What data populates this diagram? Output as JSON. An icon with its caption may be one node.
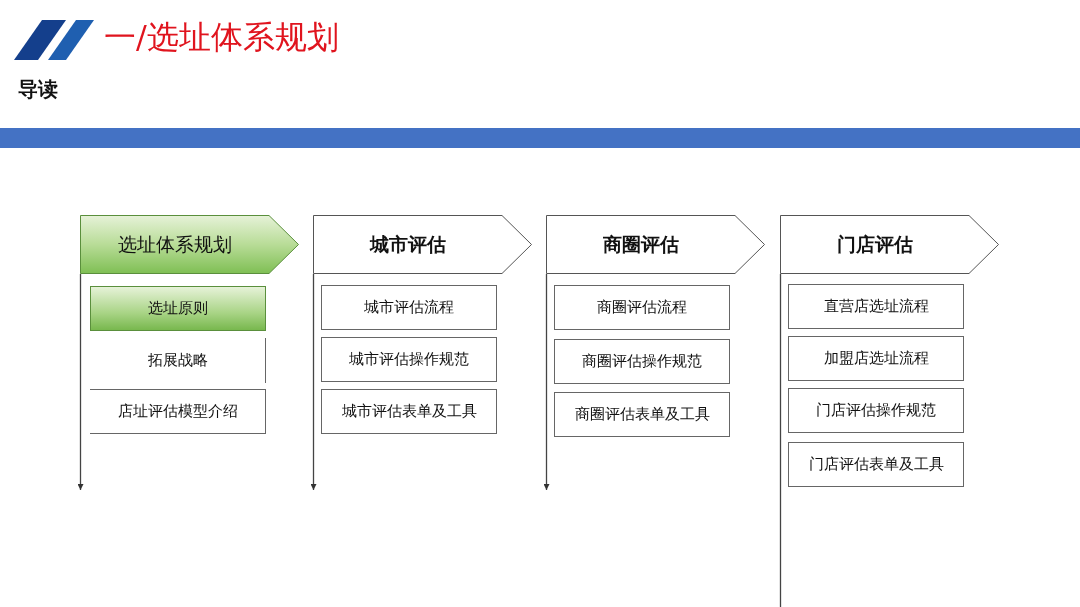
{
  "diagram": {
    "title": "一/选址体系规划",
    "nodes": [
      {
        "text": [
          "选址体系规划"
        ]
      },
      {
        "text": [
          "选址原则"
        ]
      },
      {
        "text": [
          "拓展战略"
        ]
      },
      {
        "text": [
          "店址评估模型介绍"
        ]
      },
      {
        "text": [
          "城市评估"
        ]
      },
      {
        "text": [
          "城市评估流程"
        ]
      },
      {
        "text": [
          "城市评估操作规范"
        ]
      },
      {
        "text": [
          "城市评估表单及工具"
        ]
      },
      {
        "text": [
          "商圈评估"
        ]
      },
      {
        "text": [
          "商圈评估流程"
        ]
      },
      {
        "text": [
          "商圈评估操作规范"
        ]
      },
      {
        "text": [
          "商圈评估表单及工具"
        ]
      },
      {
        "text": [
          "门店评估"
        ]
      },
      {
        "text": [
          "直营店选址流程"
        ]
      },
      {
        "text": [
          "加盟店选址流程"
        ]
      },
      {
        "text": [
          "门店评估操作规范"
        ]
      },
      {
        "text": [
          "门店评估表单及工具"
        ]
      }
    ],
    "edges": [
      {
        "from": 0,
        "to": null,
        "arrow": "to"
      },
      {
        "from": 4,
        "to": null,
        "arrow": "to"
      },
      {
        "from": 8,
        "to": null,
        "arrow": "to"
      },
      {
        "from": 12,
        "to": null,
        "arrow": "none"
      }
    ],
    "labels": [
      "导读"
    ]
  }
}
